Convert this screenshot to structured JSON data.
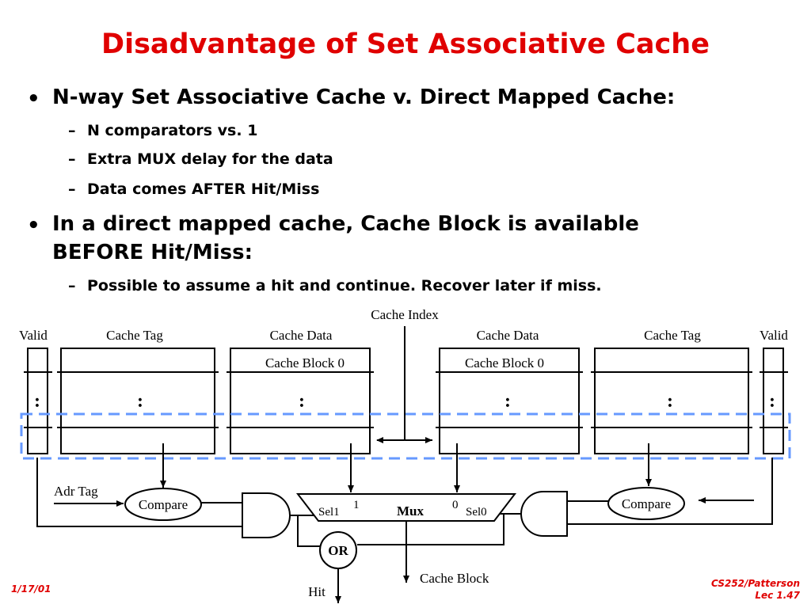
{
  "title": "Disadvantage of Set Associative Cache",
  "bullets": [
    {
      "text": "N-way Set Associative Cache v. Direct Mapped Cache:",
      "subs": [
        "N comparators vs. 1",
        "Extra MUX delay for the data",
        "Data comes AFTER Hit/Miss"
      ]
    },
    {
      "text_line1": "In a direct mapped cache, Cache Block is available",
      "text_line2": "BEFORE Hit/Miss:",
      "subs": [
        "Possible to assume a hit and continue.  Recover later if miss."
      ]
    }
  ],
  "bullet_symbol": "•",
  "dash_symbol": "–",
  "diagram": {
    "cache_index": "Cache Index",
    "valid": "Valid",
    "cache_tag": "Cache Tag",
    "cache_data": "Cache Data",
    "cache_block_0": "Cache Block 0",
    "ellipsis": ":",
    "adr_tag": "Adr Tag",
    "compare": "Compare",
    "mux": "Mux",
    "sel1": "Sel1",
    "sel0": "Sel0",
    "one": "1",
    "zero": "0",
    "or": "OR",
    "cache_block": "Cache Block",
    "hit": "Hit",
    "dashed_color": "#6699ff"
  },
  "footer": {
    "date": "1/17/01",
    "course": "CS252/Patterson",
    "lecture": "Lec 1.47"
  }
}
